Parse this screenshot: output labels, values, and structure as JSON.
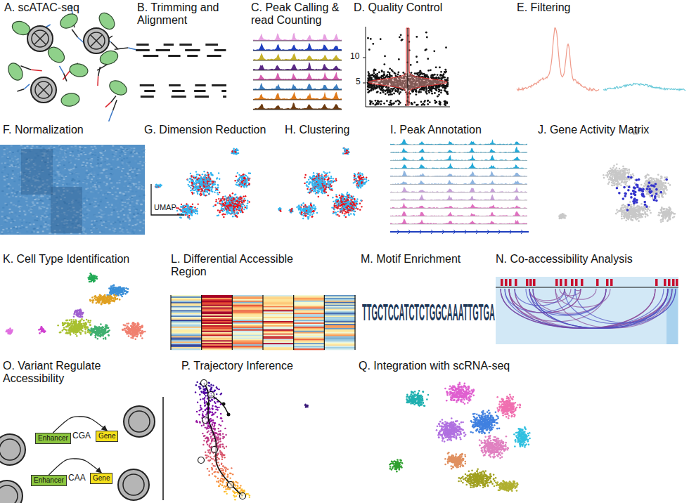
{
  "diagram": {
    "nodes": [
      {
        "text": [
          "Enhancer"
        ]
      },
      {
        "text": [
          "Gene"
        ]
      },
      {
        "text": [
          "Enhancer"
        ]
      },
      {
        "text": [
          "Gene"
        ]
      }
    ],
    "edges": [
      {
        "from": 0,
        "to": 1,
        "arrow": "to"
      },
      {
        "from": 2,
        "to": 3,
        "arrow": "to"
      }
    ],
    "labels": [
      "A. scATAC-seq",
      "B. Trimming and Alignment",
      "C. Peak Calling & read Counting",
      "D. Quality Control",
      "10",
      "5",
      "E. Filtering",
      "F. Normalization",
      "G. Dimension Reduction",
      "UMAP",
      "H. Clustering",
      "I. Peak Annotation",
      "J. Gene Activity Matrix",
      "K. Cell Type Identification",
      "L. Differential Accessible Region",
      "M. Motif Enrichment",
      "TTGCTCCATCTCTGGCAAATTGTGA",
      "N. Co-accessibility Analysis",
      "O. Variant Regulate Accessibility",
      "CGA",
      "CAA",
      "P. Trajectory Inference",
      "Q. Integration with scRNA-seq"
    ]
  }
}
